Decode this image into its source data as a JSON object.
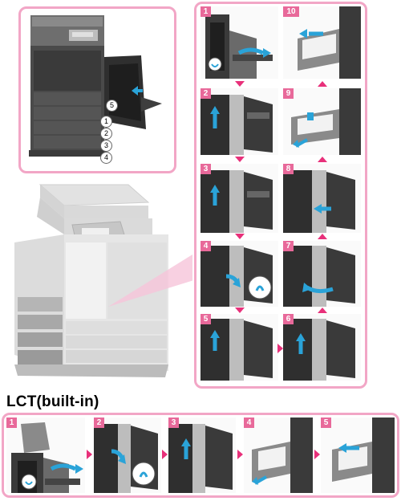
{
  "colors": {
    "accent": "#e8699a",
    "frame": "#f2a6c6",
    "arrow": "#e8307a",
    "blue_arrow": "#2aa3d8"
  },
  "overview": {
    "callouts": [
      "5",
      "1",
      "2",
      "3",
      "4"
    ]
  },
  "main_steps": [
    {
      "num": "1"
    },
    {
      "num": "10"
    },
    {
      "num": "2"
    },
    {
      "num": "9"
    },
    {
      "num": "3"
    },
    {
      "num": "8"
    },
    {
      "num": "4"
    },
    {
      "num": "7"
    },
    {
      "num": "5"
    },
    {
      "num": "6"
    }
  ],
  "lct": {
    "title": "LCT(built-in)",
    "steps": [
      {
        "num": "1"
      },
      {
        "num": "2"
      },
      {
        "num": "3"
      },
      {
        "num": "4"
      },
      {
        "num": "5"
      }
    ]
  }
}
